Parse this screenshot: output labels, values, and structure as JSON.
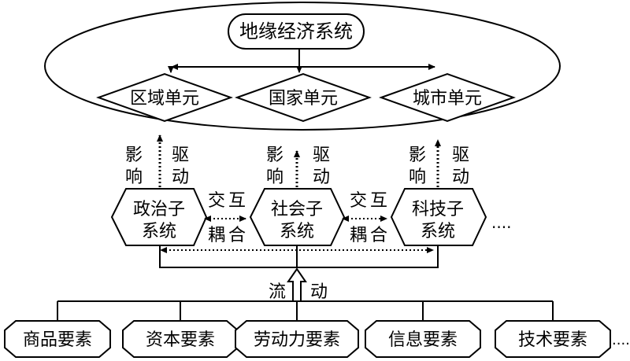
{
  "colors": {
    "stroke": "#000000",
    "background": "#ffffff"
  },
  "top_system": "地缘经济系统",
  "units": [
    "区域单元",
    "国家单元",
    "城市单元"
  ],
  "edge_labels": {
    "influence_a": "影",
    "influence_b": "响",
    "drive_a": "驱",
    "drive_b": "动",
    "interact_a": "交",
    "interact_b": "互",
    "couple_a": "耦",
    "couple_b": "合",
    "flow_a": "流",
    "flow_b": "动"
  },
  "subsystems": [
    {
      "line1": "政治子",
      "line2": "系统"
    },
    {
      "line1": "社会子",
      "line2": "系统"
    },
    {
      "line1": "科技子",
      "line2": "系统"
    }
  ],
  "subsystem_more": "....",
  "elements": [
    "商品要素",
    "资本要素",
    "劳动力要素",
    "信息要素",
    "技术要素"
  ],
  "elements_more": "...."
}
